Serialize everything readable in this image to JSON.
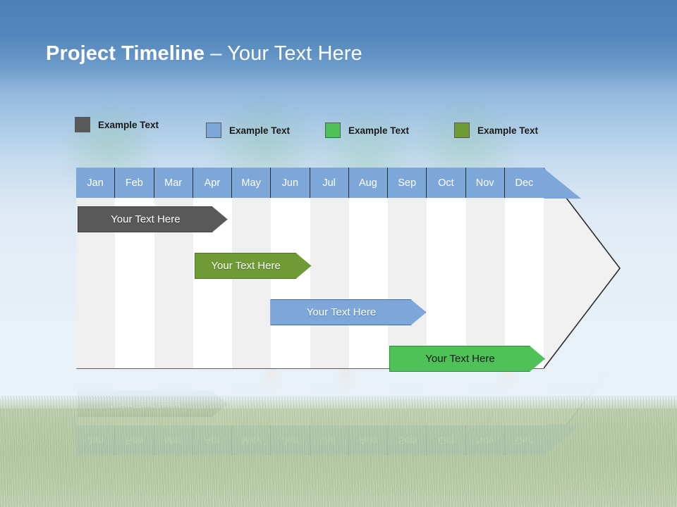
{
  "slide": {
    "title_bold": "Project Timeline",
    "title_dash": " – ",
    "title_rest": "Your Text Here"
  },
  "legend": {
    "items": [
      {
        "label": "Example Text",
        "color": "#595959",
        "name": "legend-item-1"
      },
      {
        "label": "Example Text",
        "color": "#7da7d9",
        "name": "legend-item-2"
      },
      {
        "label": "Example Text",
        "color": "#4fc159",
        "name": "legend-item-3"
      },
      {
        "label": "Example Text",
        "color": "#6e9b34",
        "name": "legend-item-4"
      }
    ]
  },
  "chart_data": {
    "type": "bar",
    "title": "Project Timeline – Your Text Here",
    "xlabel": "",
    "ylabel": "",
    "categories": [
      "Jan",
      "Feb",
      "Mar",
      "Apr",
      "May",
      "Jun",
      "Jul",
      "Aug",
      "Sep",
      "Oct",
      "Nov",
      "Dec"
    ],
    "legend_position": "top",
    "grid": true,
    "tasks": [
      {
        "label": "Your  Text Here",
        "color": "#595959",
        "start_month": "Jan",
        "end_month": "Apr",
        "start_index": 0,
        "span": 3.85,
        "row": 0
      },
      {
        "label": "Your  Text Here",
        "color": "#6e9b34",
        "start_month": "Apr",
        "end_month": "Jul",
        "start_index": 3.0,
        "span": 3.0,
        "row": 1
      },
      {
        "label": "Your  Text Here",
        "color": "#7da7d9",
        "start_month": "Jun",
        "end_month": "Sep",
        "start_index": 4.95,
        "span": 4.0,
        "row": 2
      },
      {
        "label": "Your  Text Here",
        "color": "#4fc159",
        "start_month": "Sep",
        "end_month": "Dec",
        "start_index": 8.0,
        "span": 4.0,
        "row": 3
      }
    ]
  }
}
